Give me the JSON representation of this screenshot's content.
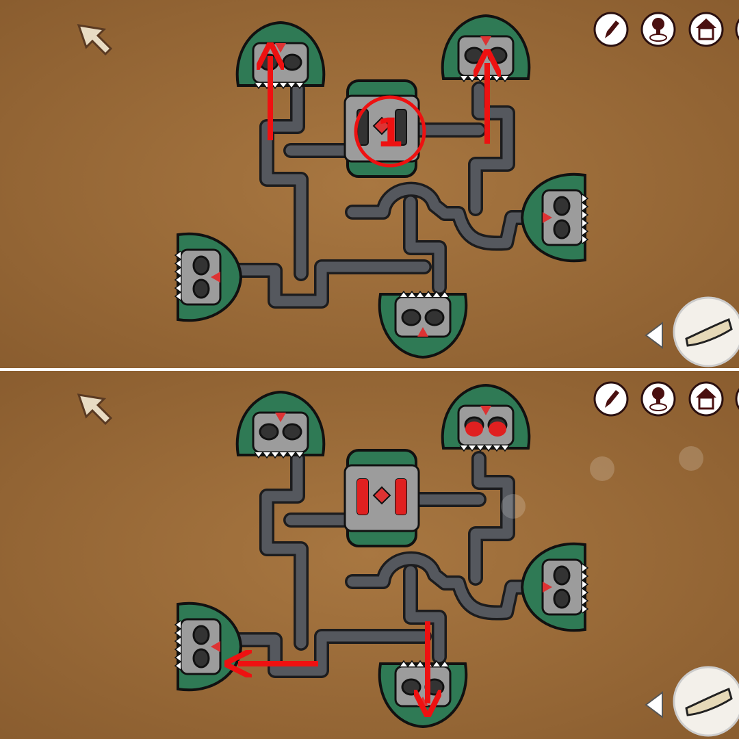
{
  "panels": [
    {
      "name": "step-1",
      "step_label": "1",
      "arrows": [
        "up",
        "up"
      ],
      "active_eyes": false
    },
    {
      "name": "step-2",
      "arrows": [
        "left",
        "down"
      ],
      "active_eyes": true
    }
  ],
  "toolbar": {
    "icons": [
      "pencil-icon",
      "stamp-icon",
      "home-icon"
    ]
  },
  "inventory": {
    "item": "horn-icon"
  },
  "colors": {
    "background": "#9a6b38",
    "monster_green": "#2f7a55",
    "stone": "#9c9c9c",
    "pipe": "#55585e",
    "annotation": "#ee1111"
  }
}
